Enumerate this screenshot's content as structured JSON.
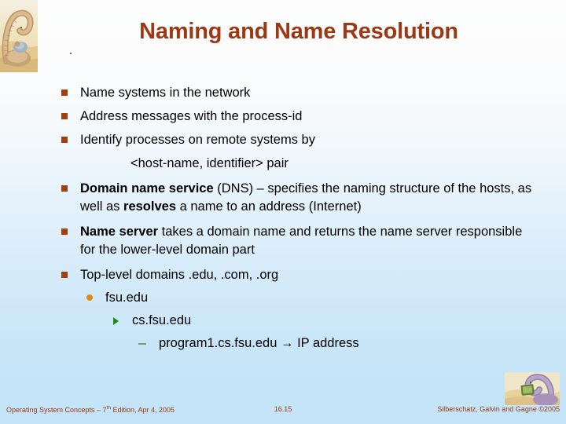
{
  "slide": {
    "title": "Naming and Name Resolution",
    "accent_color": "#9d3815",
    "bullet_color": "#a0400f",
    "sub_bullet_color": "#e08a16",
    "tri_bullet_color": "#1d8b1d",
    "dash_bullet_color": "#7e9a72",
    "background_top": "#fdfdfd",
    "background_bottom": "#c3e3f7"
  },
  "cover_art": {
    "name": "dinosaur-cover-illustration",
    "alt": "Brontosaurus illustration"
  },
  "footer_art": {
    "name": "dinosaur-with-book-illustration",
    "alt": "Dinosaur reading a book"
  },
  "content": {
    "b1": "Name systems in the network",
    "b2": "Address messages with the process-id",
    "b3": "Identify processes on remote systems by",
    "b3_sub": "<host-name, identifier> pair",
    "b4_bold1": "Domain name service",
    "b4_mid1": " (DNS) – specifies the naming structure of the hosts, as well as ",
    "b4_bold2": "resolves",
    "b4_tail": " a name to an address (Internet)",
    "b5_bold1": "Name server",
    "b5_tail": " takes a domain name and returns the name server responsible for the lower-level domain part",
    "b6": "Top-level domains .edu, .com, .org",
    "s1": "fsu.edu",
    "s2": "cs.fsu.edu",
    "s3": "program1.cs.fsu.edu → IP address"
  },
  "footer": {
    "left_prefix": "Operating System Concepts – 7",
    "left_sup": "th",
    "left_suffix": " Edition, Apr 4, 2005",
    "page": "16.15",
    "right": "Silberschatz, Galvin and Gagne ©2005"
  }
}
